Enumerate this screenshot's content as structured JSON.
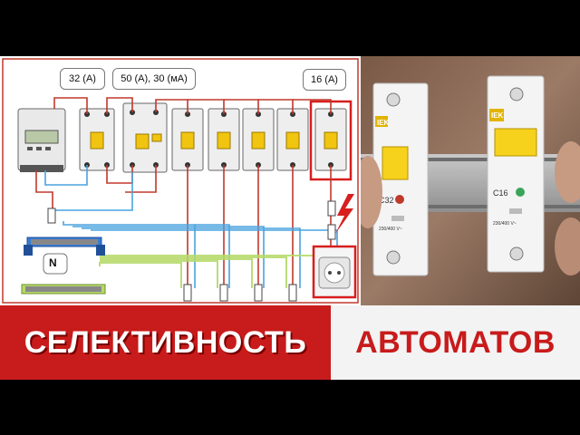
{
  "diagram": {
    "labels": {
      "meter_breaker": "32 (А)",
      "rcbo": "50 (А), 30 (мА)",
      "socket_breaker": "16 (А)"
    },
    "neutral_bus": "N",
    "colors": {
      "phase_wire": "#c0392b",
      "neutral_wire": "#4aa3df",
      "ground_wire": "#b5d96a",
      "highlight": "#d81e1e"
    }
  },
  "photo": {
    "left_breaker": {
      "brand": "IEK",
      "rating": "C32",
      "voltage": "230/400 V~",
      "indicator": "red"
    },
    "right_breaker": {
      "brand": "IEK",
      "rating": "C16",
      "voltage": "230/400 V~",
      "indicator": "green"
    }
  },
  "banner": {
    "left_text": "СЕЛЕКТИВНОСТЬ",
    "right_text": "АВТОМАТОВ",
    "left_bg": "#c81b1b",
    "right_color": "#c81b1b"
  }
}
